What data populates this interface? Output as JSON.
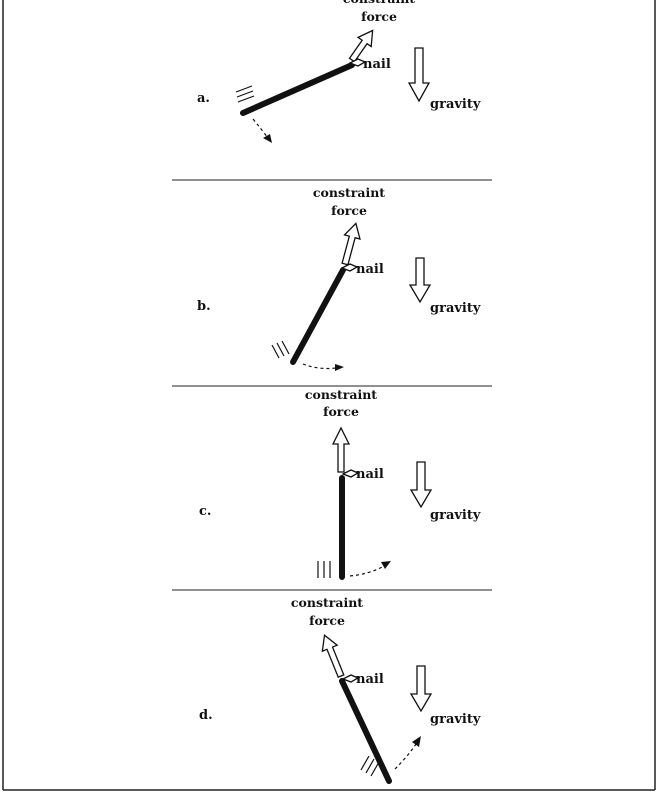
{
  "figure": {
    "panels": [
      {
        "id": "a",
        "label": "a.",
        "constraint_label": [
          "constraint",
          "force"
        ],
        "nail_label": "nail",
        "gravity_label": "gravity"
      },
      {
        "id": "b",
        "label": "b.",
        "constraint_label": [
          "constraint",
          "force"
        ],
        "nail_label": "nail",
        "gravity_label": "gravity"
      },
      {
        "id": "c",
        "label": "c.",
        "constraint_label": [
          "constraint",
          "force"
        ],
        "nail_label": "nail",
        "gravity_label": "gravity"
      },
      {
        "id": "d",
        "label": "d.",
        "constraint_label": [
          "constraint",
          "force"
        ],
        "nail_label": "nail",
        "gravity_label": "gravity"
      }
    ]
  }
}
